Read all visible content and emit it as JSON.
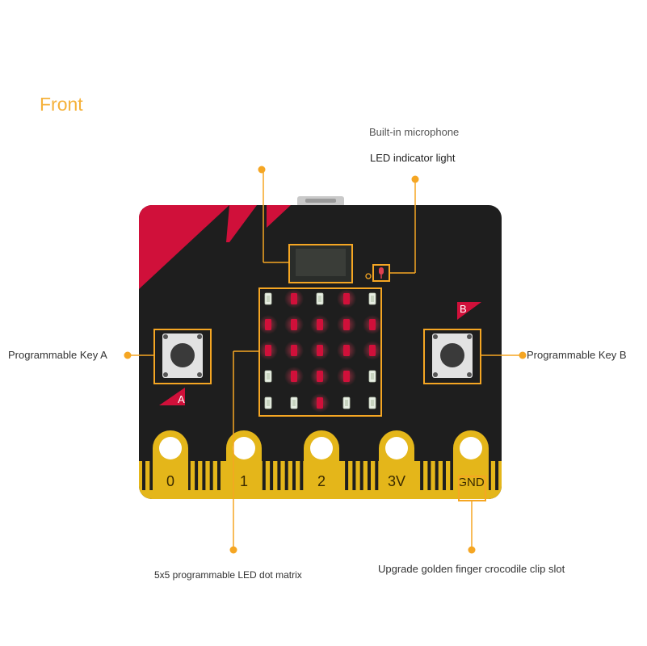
{
  "title": "Front",
  "labels": {
    "microphone": "Built-in microphone",
    "led_indicator": "LED indicator light",
    "key_a": "Programmable Key A",
    "key_b": "Programmable Key B",
    "led_matrix": "5x5 programmable LED dot matrix",
    "golden_finger": "Upgrade golden finger crocodile clip slot"
  },
  "button_letters": {
    "a": "A",
    "b": "B"
  },
  "pins": [
    "0",
    "1",
    "2",
    "3V",
    "GND"
  ],
  "colors": {
    "accent": "#f5a623",
    "board": "#1e1e1e",
    "red": "#d0103a",
    "gold": "#e4b61a",
    "led_on": "#d0103a"
  },
  "matrix_pattern": [
    [
      0,
      1,
      0,
      1,
      0
    ],
    [
      1,
      1,
      1,
      1,
      1
    ],
    [
      1,
      1,
      1,
      1,
      1
    ],
    [
      0,
      1,
      1,
      1,
      0
    ],
    [
      0,
      0,
      1,
      0,
      0
    ]
  ]
}
